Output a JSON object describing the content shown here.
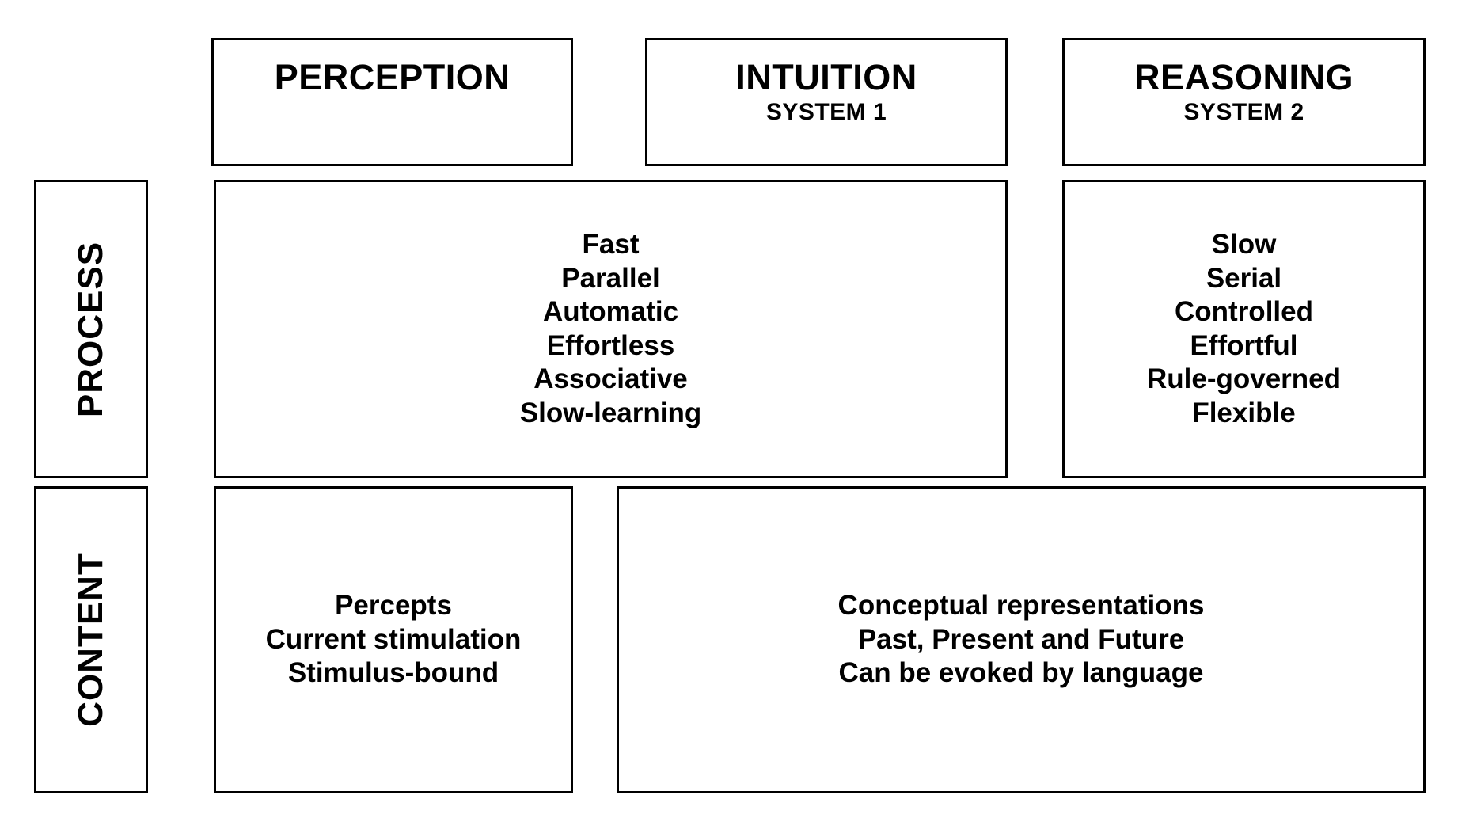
{
  "columns": {
    "perception": {
      "title": "PERCEPTION",
      "subtitle": ""
    },
    "intuition": {
      "title": "INTUITION",
      "subtitle": "SYSTEM 1"
    },
    "reasoning": {
      "title": "REASONING",
      "subtitle": "SYSTEM 2"
    }
  },
  "rows": {
    "process": "PROCESS",
    "content": "CONTENT"
  },
  "process": {
    "system1": [
      "Fast",
      "Parallel",
      "Automatic",
      "Effortless",
      "Associative",
      "Slow-learning"
    ],
    "system2": [
      "Slow",
      "Serial",
      "Controlled",
      "Effortful",
      "Rule-governed",
      "Flexible"
    ]
  },
  "content": {
    "perception": [
      "Percepts",
      "Current stimulation",
      "Stimulus-bound"
    ],
    "conceptual": [
      "Conceptual representations",
      "Past, Present and Future",
      "Can be evoked by language"
    ]
  }
}
